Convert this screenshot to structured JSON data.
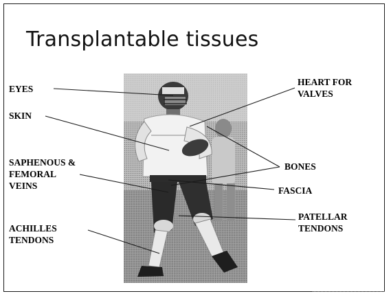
{
  "slide": {
    "title": "Transplantable tissues"
  },
  "labels": {
    "eyes": "EYES",
    "skin": "SKIN",
    "saphenous": "SAPHENOUS &\nFEMORAL\nVEINS",
    "achilles": "ACHILLES\nTENDONS",
    "heart": "HEART FOR\nVALVES",
    "bones": "BONES",
    "fascia": "FASCIA",
    "patellar": "PATELLAR\nTENDONS"
  },
  "colors": {
    "leader_line": "#1a1a1a",
    "label_text": "#000000",
    "frame": "#1a1a1a"
  },
  "figure": {
    "image": "football-player-photo"
  }
}
